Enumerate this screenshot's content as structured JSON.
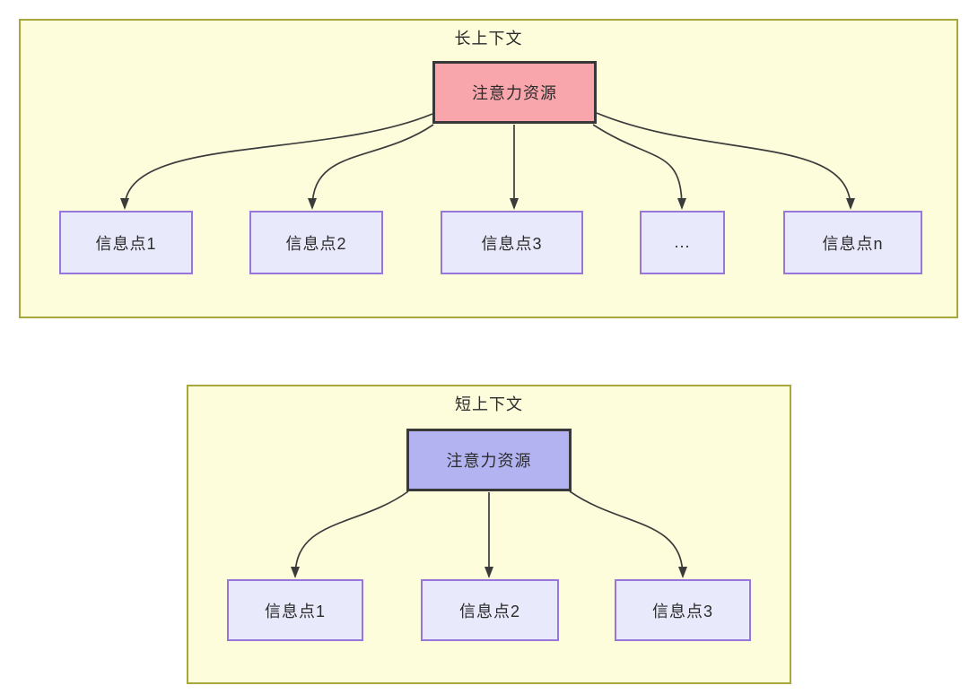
{
  "colors": {
    "container_fill": "#FDFDDC",
    "container_border": "#A8A83A",
    "info_fill": "#E9E9FC",
    "info_border": "#9777DB",
    "attention_long_fill": "#F8A6AB",
    "attention_short_fill": "#B3B3F2",
    "attention_border": "#383838",
    "arrow": "#3B3B3B",
    "text": "#2B2B2B"
  },
  "long_context": {
    "title": "长上下文",
    "attention_label": "注意力资源",
    "nodes": [
      {
        "label": "信息点1"
      },
      {
        "label": "信息点2"
      },
      {
        "label": "信息点3"
      },
      {
        "label": "..."
      },
      {
        "label": "信息点n"
      }
    ]
  },
  "short_context": {
    "title": "短上下文",
    "attention_label": "注意力资源",
    "nodes": [
      {
        "label": "信息点1"
      },
      {
        "label": "信息点2"
      },
      {
        "label": "信息点3"
      }
    ]
  }
}
